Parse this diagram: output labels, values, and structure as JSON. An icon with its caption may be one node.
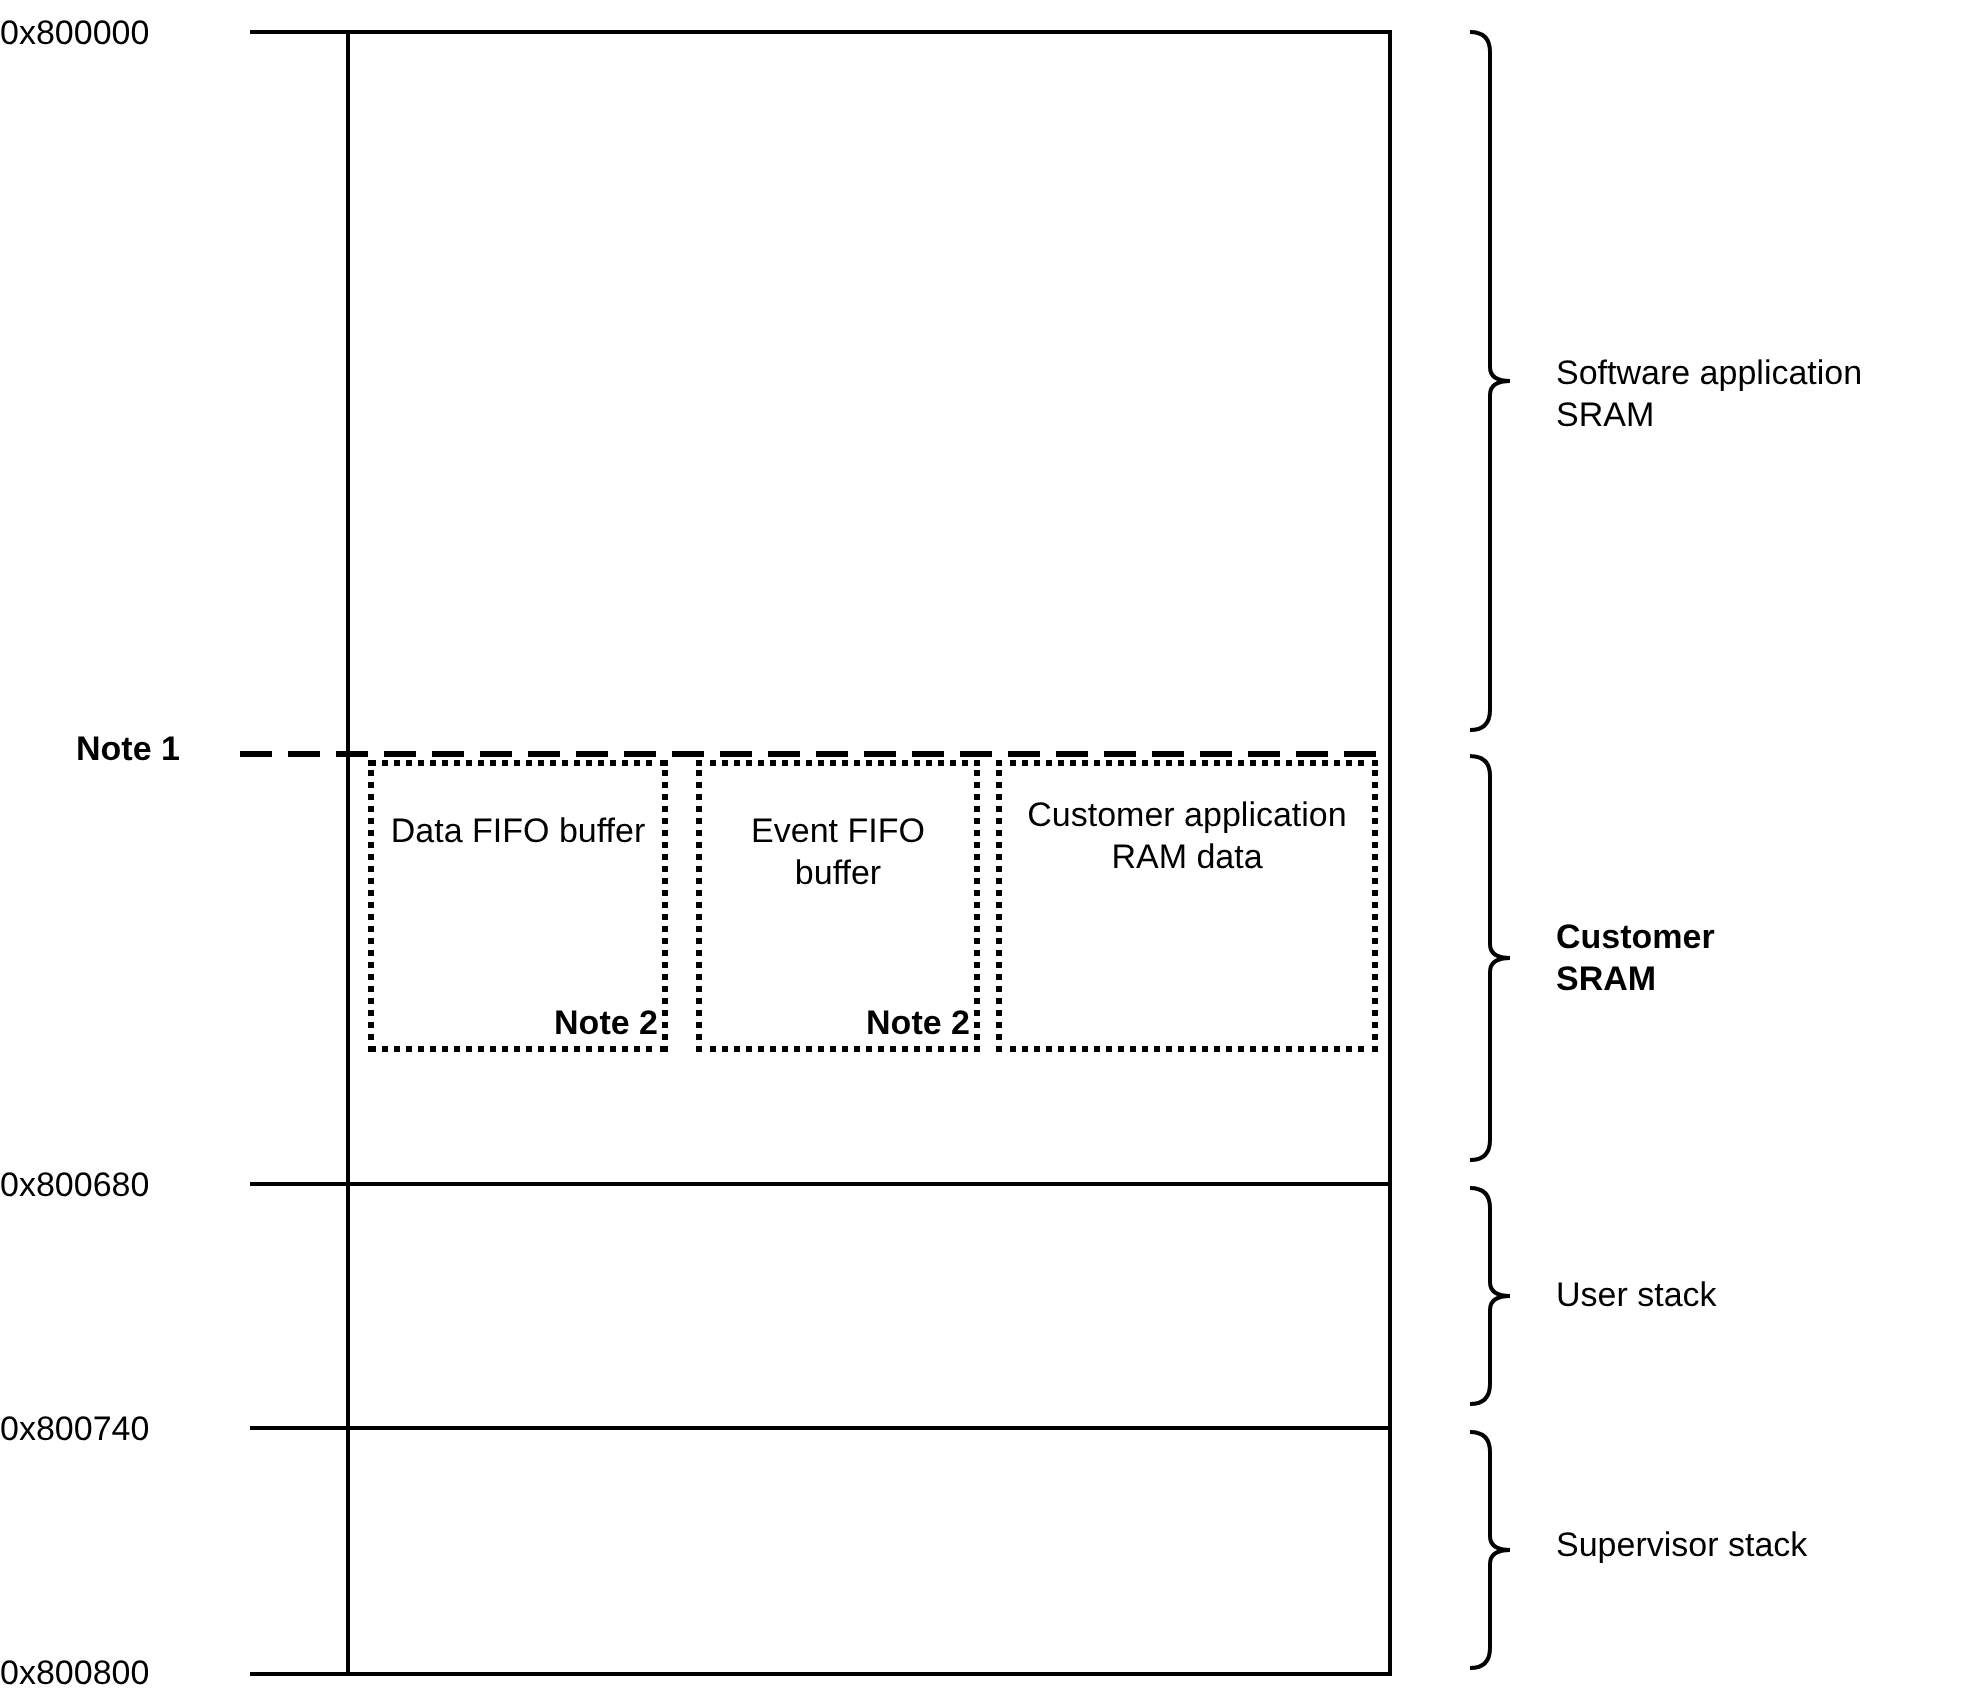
{
  "diagram": {
    "nodes": [
      {
        "text": [
          "Data FIFO buffer",
          "Note 2"
        ]
      },
      {
        "text": [
          "Event FIFO buffer",
          "Note 2"
        ]
      },
      {
        "text": [
          "Customer application RAM data"
        ]
      }
    ],
    "labels": [
      "0x800000",
      "Software application SRAM",
      "Note 1",
      "Customer SRAM",
      "0x800680",
      "User stack",
      "0x800740",
      "Supervisor stack",
      "0x800800"
    ]
  }
}
